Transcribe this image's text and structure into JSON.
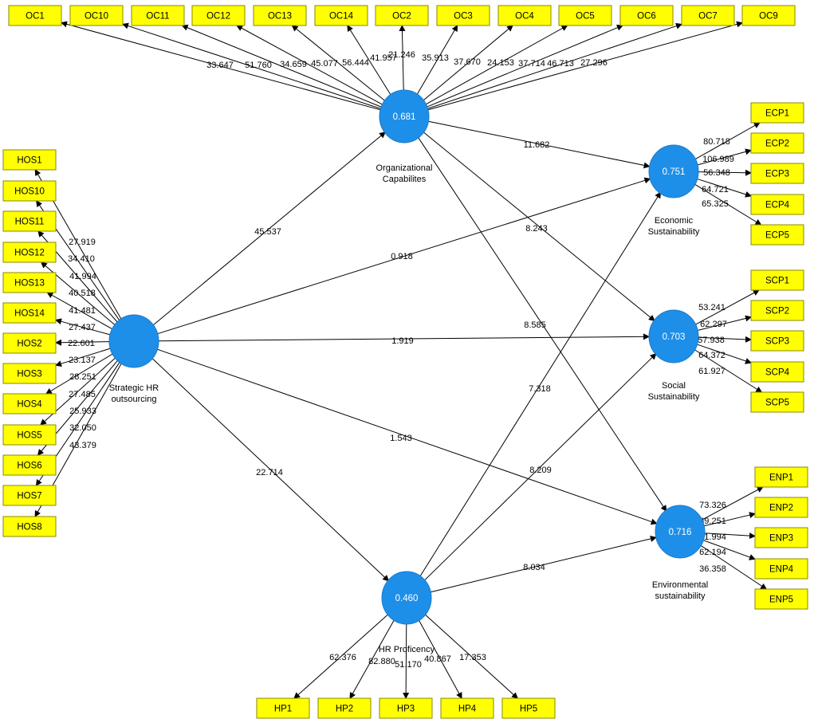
{
  "colors": {
    "indicator_fill": "#ffff00",
    "latent_fill": "#1e8fe8",
    "latent_text": "#ffffff",
    "line": "#000000"
  },
  "latent_variables": [
    {
      "id": "OC",
      "value": "0.681",
      "label_lines": [
        "Organizational",
        "Capabilites"
      ]
    },
    {
      "id": "SHR",
      "value": "",
      "label_lines": [
        "Strategic HR",
        "outsourcing"
      ]
    },
    {
      "id": "ES",
      "value": "0.751",
      "label_lines": [
        "Economic",
        "Sustainability"
      ]
    },
    {
      "id": "SS",
      "value": "0.703",
      "label_lines": [
        "Social",
        "Sustainability"
      ]
    },
    {
      "id": "ENV",
      "value": "0.716",
      "label_lines": [
        "Environmental",
        "sustainability"
      ]
    },
    {
      "id": "HP",
      "value": "0.460",
      "label_lines": [
        "HR Proficency"
      ]
    }
  ],
  "indicators": [
    {
      "id": "OC1",
      "lv": "OC",
      "loading": "33.647"
    },
    {
      "id": "OC10",
      "lv": "OC",
      "loading": "51.760"
    },
    {
      "id": "OC11",
      "lv": "OC",
      "loading": "34.659"
    },
    {
      "id": "OC12",
      "lv": "OC",
      "loading": "45.077"
    },
    {
      "id": "OC13",
      "lv": "OC",
      "loading": "56.444"
    },
    {
      "id": "OC14",
      "lv": "OC",
      "loading": "41.957"
    },
    {
      "id": "OC2",
      "lv": "OC",
      "loading": "21.246"
    },
    {
      "id": "OC3",
      "lv": "OC",
      "loading": "35.913"
    },
    {
      "id": "OC4",
      "lv": "OC",
      "loading": "37.670"
    },
    {
      "id": "OC5",
      "lv": "OC",
      "loading": "24.153"
    },
    {
      "id": "OC6",
      "lv": "OC",
      "loading": "37.714"
    },
    {
      "id": "OC7",
      "lv": "OC",
      "loading": "46.713"
    },
    {
      "id": "OC9",
      "lv": "OC",
      "loading": "27.296"
    },
    {
      "id": "HOS1",
      "lv": "SHR",
      "loading": "27.919"
    },
    {
      "id": "HOS10",
      "lv": "SHR",
      "loading": "34.410"
    },
    {
      "id": "HOS11",
      "lv": "SHR",
      "loading": "41.994"
    },
    {
      "id": "HOS12",
      "lv": "SHR",
      "loading": "40.518"
    },
    {
      "id": "HOS13",
      "lv": "SHR",
      "loading": "41.481"
    },
    {
      "id": "HOS14",
      "lv": "SHR",
      "loading": "27.437"
    },
    {
      "id": "HOS2",
      "lv": "SHR",
      "loading": "22.601"
    },
    {
      "id": "HOS3",
      "lv": "SHR",
      "loading": "23.137"
    },
    {
      "id": "HOS4",
      "lv": "SHR",
      "loading": "28.251"
    },
    {
      "id": "HOS5",
      "lv": "SHR",
      "loading": "27.485"
    },
    {
      "id": "HOS6",
      "lv": "SHR",
      "loading": "25.933"
    },
    {
      "id": "HOS7",
      "lv": "SHR",
      "loading": "32.050"
    },
    {
      "id": "HOS8",
      "lv": "SHR",
      "loading": "43.379"
    },
    {
      "id": "ECP1",
      "lv": "ES",
      "loading": "80.718"
    },
    {
      "id": "ECP2",
      "lv": "ES",
      "loading": "106.989"
    },
    {
      "id": "ECP3",
      "lv": "ES",
      "loading": "56.348"
    },
    {
      "id": "ECP4",
      "lv": "ES",
      "loading": "64.721"
    },
    {
      "id": "ECP5",
      "lv": "ES",
      "loading": "65.325"
    },
    {
      "id": "SCP1",
      "lv": "SS",
      "loading": "53.241"
    },
    {
      "id": "SCP2",
      "lv": "SS",
      "loading": "62.297"
    },
    {
      "id": "SCP3",
      "lv": "SS",
      "loading": "57.938"
    },
    {
      "id": "SCP4",
      "lv": "SS",
      "loading": "64.372"
    },
    {
      "id": "SCP5",
      "lv": "SS",
      "loading": "61.927"
    },
    {
      "id": "ENP1",
      "lv": "ENV",
      "loading": "73.326"
    },
    {
      "id": "ENP2",
      "lv": "ENV",
      "loading": "69.251"
    },
    {
      "id": "ENP3",
      "lv": "ENV",
      "loading": "51.994"
    },
    {
      "id": "ENP4",
      "lv": "ENV",
      "loading": "62.194"
    },
    {
      "id": "ENP5",
      "lv": "ENV",
      "loading": "36.358"
    },
    {
      "id": "HP1",
      "lv": "HP",
      "loading": "62.376"
    },
    {
      "id": "HP2",
      "lv": "HP",
      "loading": "82.880"
    },
    {
      "id": "HP3",
      "lv": "HP",
      "loading": "51.170"
    },
    {
      "id": "HP4",
      "lv": "HP",
      "loading": "40.867"
    },
    {
      "id": "HP5",
      "lv": "HP",
      "loading": "17.353"
    }
  ],
  "paths": [
    {
      "from": "SHR",
      "to": "OC",
      "value": "45.537"
    },
    {
      "from": "SHR",
      "to": "ES",
      "value": "0.918"
    },
    {
      "from": "SHR",
      "to": "SS",
      "value": "1.919"
    },
    {
      "from": "SHR",
      "to": "ENV",
      "value": "1.543"
    },
    {
      "from": "SHR",
      "to": "HP",
      "value": "22.714"
    },
    {
      "from": "OC",
      "to": "ES",
      "value": "11.682"
    },
    {
      "from": "OC",
      "to": "SS",
      "value": "8.243"
    },
    {
      "from": "OC",
      "to": "ENV",
      "value": "8.585"
    },
    {
      "from": "HP",
      "to": "ES",
      "value": "7.318"
    },
    {
      "from": "HP",
      "to": "SS",
      "value": "8.209"
    },
    {
      "from": "HP",
      "to": "ENV",
      "value": "8.034"
    }
  ]
}
